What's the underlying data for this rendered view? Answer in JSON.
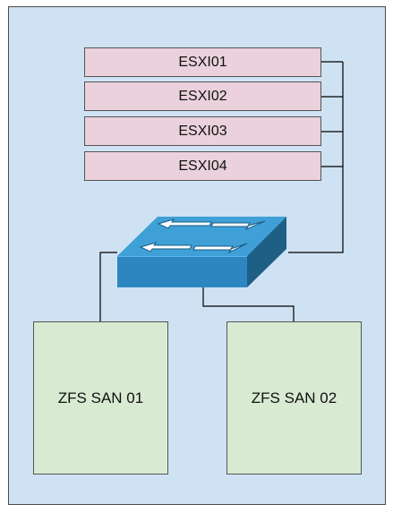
{
  "colors": {
    "background": "#cfe2f3",
    "host_fill": "#ead1dc",
    "san_fill": "#d9ead3",
    "switch_top": "#3ea0d6",
    "switch_front": "#2e86c1",
    "switch_side": "#1f5f86",
    "line": "#000000"
  },
  "hosts": [
    {
      "label": "ESXI01"
    },
    {
      "label": "ESXI02"
    },
    {
      "label": "ESXI03"
    },
    {
      "label": "ESXI04"
    }
  ],
  "switch": {
    "icon": "network-switch-icon"
  },
  "storage": [
    {
      "label": "ZFS SAN 01"
    },
    {
      "label": "ZFS SAN 02"
    }
  ]
}
